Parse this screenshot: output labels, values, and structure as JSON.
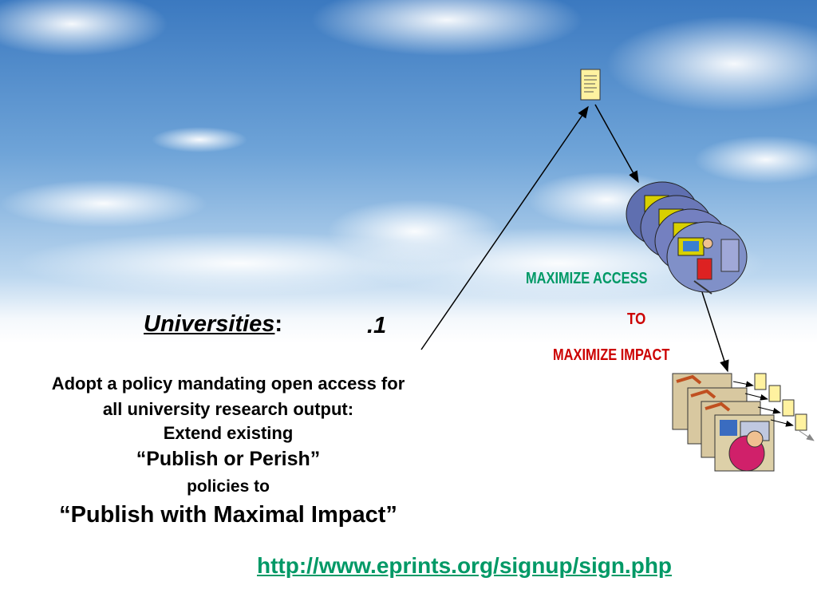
{
  "slide": {
    "heading": "Universities",
    "heading_colon": ":",
    "item_number": ".1",
    "body_lines": [
      "Adopt a policy mandating open access for",
      "all university research output:",
      "Extend existing",
      "“Publish or Perish”",
      "policies to",
      "“Publish with Maximal Impact”"
    ],
    "label_access": "MAXIMIZE ACCESS",
    "label_to": "TO",
    "label_impact": "MAXIMIZE IMPACT",
    "link": "http://www.eprints.org/signup/sign.php"
  },
  "icons": {
    "paper": "document-icon",
    "readers": "computer-user-icon",
    "researchers": "scientist-icon",
    "citations": "citation-document-icon"
  },
  "colors": {
    "sky_top": "#3f7fc4",
    "label_green": "#009966",
    "label_red": "#cc0000"
  }
}
